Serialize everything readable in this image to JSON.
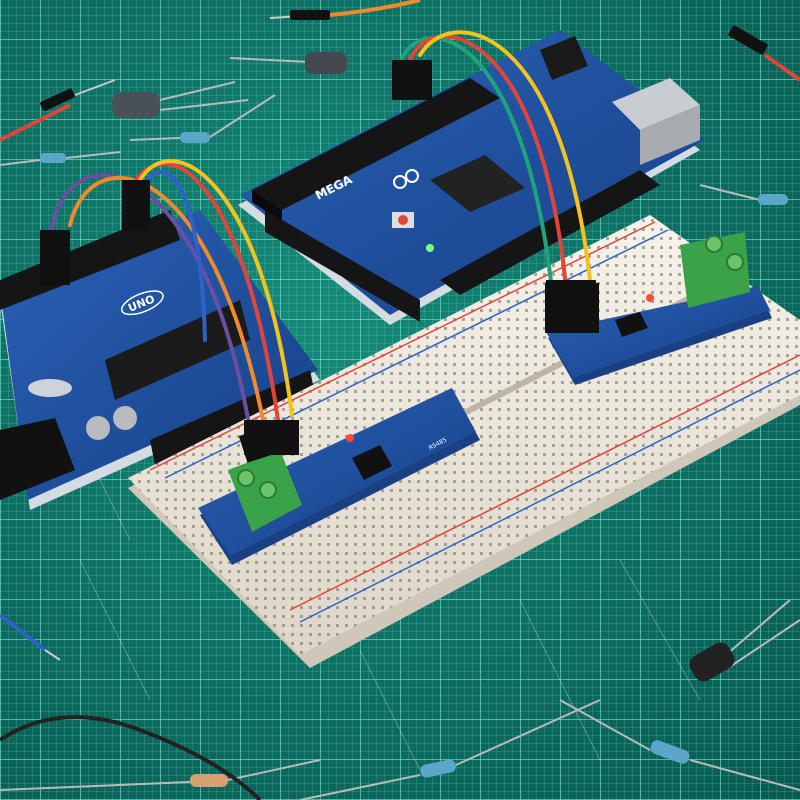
{
  "image": {
    "scene": "electronics-workbench",
    "palette": {
      "mat": "#0f6f63",
      "board_blue": "#1d4f9c",
      "breadboard": "#f1ece2",
      "terminal_green": "#3aa34a",
      "wire_orange": "#f08a2a",
      "wire_yellow": "#f3c21c",
      "wire_green": "#1fa37a",
      "wire_red": "#e0453a",
      "wire_purple": "#6b4fa0",
      "wire_blue": "#2f62c8"
    }
  },
  "labels": {
    "uno_logo": "UNO",
    "mega_logo": "MEGA",
    "module_chip_left": "RS485"
  }
}
